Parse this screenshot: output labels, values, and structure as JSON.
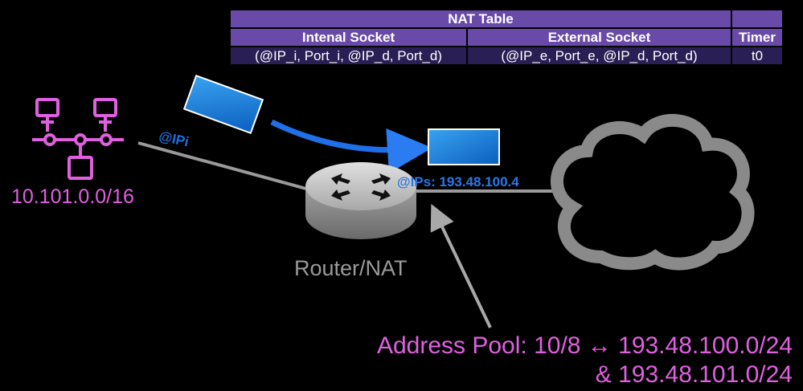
{
  "nat_table": {
    "title": "NAT Table",
    "columns": [
      "Intenal Socket",
      "External Socket",
      "Timer"
    ],
    "rows": [
      [
        "(@IP_i, Port_i, @IP_d, Port_d)",
        "(@IP_e, Port_e, @IP_d, Port_d)",
        "t0"
      ]
    ]
  },
  "labels": {
    "network": "10.101.0.0/16",
    "router": "Router/NAT",
    "ip_internal": "@IPi",
    "ip_public": "@IPs: 193.48.100.4",
    "address_pool_line1": "Address Pool: 10/8 ↔ 193.48.100.0/24",
    "address_pool_line2": "& 193.48.101.0/24"
  },
  "colors": {
    "background": "#000000",
    "network_magenta": "#e060e0",
    "table_header": "#6a4aa8",
    "table_cell": "#2a1f55",
    "packet_blue": "#1a78d8",
    "arrow_blue": "#1f6fe8",
    "link_gray": "#9a9a9a"
  },
  "icons": [
    "network-topology-icon",
    "router-icon",
    "cloud-icon",
    "packet-icon"
  ]
}
